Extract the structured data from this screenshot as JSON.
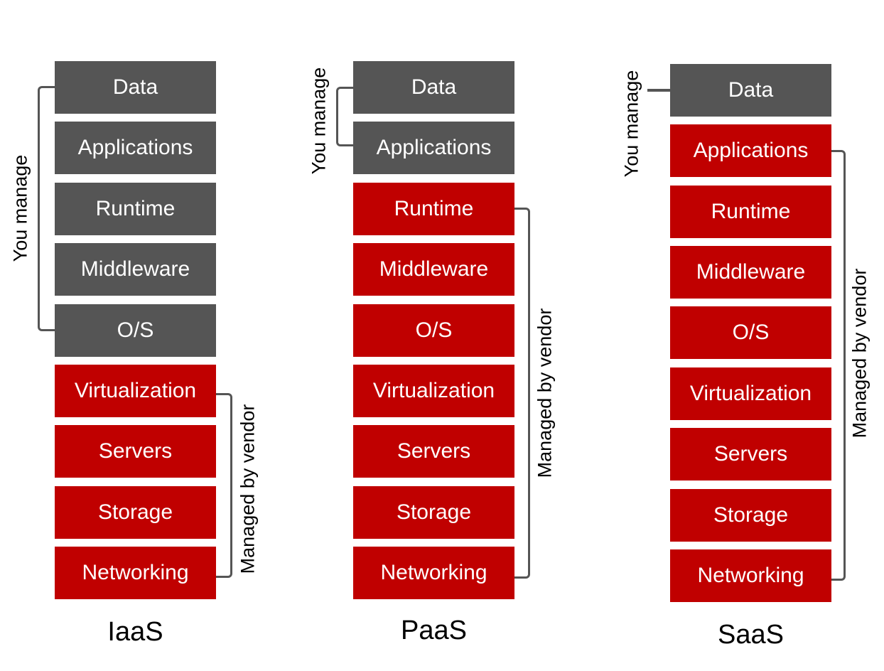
{
  "labels": {
    "you_manage": "You manage",
    "managed_by_vendor": "Managed by vendor"
  },
  "colors": {
    "you_manage": "#555555",
    "managed_by_vendor": "#c00000"
  },
  "columns": [
    {
      "title": "IaaS",
      "layers": [
        {
          "label": "Data",
          "owner": "you"
        },
        {
          "label": "Applications",
          "owner": "you"
        },
        {
          "label": "Runtime",
          "owner": "you"
        },
        {
          "label": "Middleware",
          "owner": "you"
        },
        {
          "label": "O/S",
          "owner": "you"
        },
        {
          "label": "Virtualization",
          "owner": "vendor"
        },
        {
          "label": "Servers",
          "owner": "vendor"
        },
        {
          "label": "Storage",
          "owner": "vendor"
        },
        {
          "label": "Networking",
          "owner": "vendor"
        }
      ]
    },
    {
      "title": "PaaS",
      "layers": [
        {
          "label": "Data",
          "owner": "you"
        },
        {
          "label": "Applications",
          "owner": "you"
        },
        {
          "label": "Runtime",
          "owner": "vendor"
        },
        {
          "label": "Middleware",
          "owner": "vendor"
        },
        {
          "label": "O/S",
          "owner": "vendor"
        },
        {
          "label": "Virtualization",
          "owner": "vendor"
        },
        {
          "label": "Servers",
          "owner": "vendor"
        },
        {
          "label": "Storage",
          "owner": "vendor"
        },
        {
          "label": "Networking",
          "owner": "vendor"
        }
      ]
    },
    {
      "title": "SaaS",
      "layers": [
        {
          "label": "Data",
          "owner": "you"
        },
        {
          "label": "Applications",
          "owner": "vendor"
        },
        {
          "label": "Runtime",
          "owner": "vendor"
        },
        {
          "label": "Middleware",
          "owner": "vendor"
        },
        {
          "label": "O/S",
          "owner": "vendor"
        },
        {
          "label": "Virtualization",
          "owner": "vendor"
        },
        {
          "label": "Servers",
          "owner": "vendor"
        },
        {
          "label": "Storage",
          "owner": "vendor"
        },
        {
          "label": "Networking",
          "owner": "vendor"
        }
      ]
    }
  ]
}
